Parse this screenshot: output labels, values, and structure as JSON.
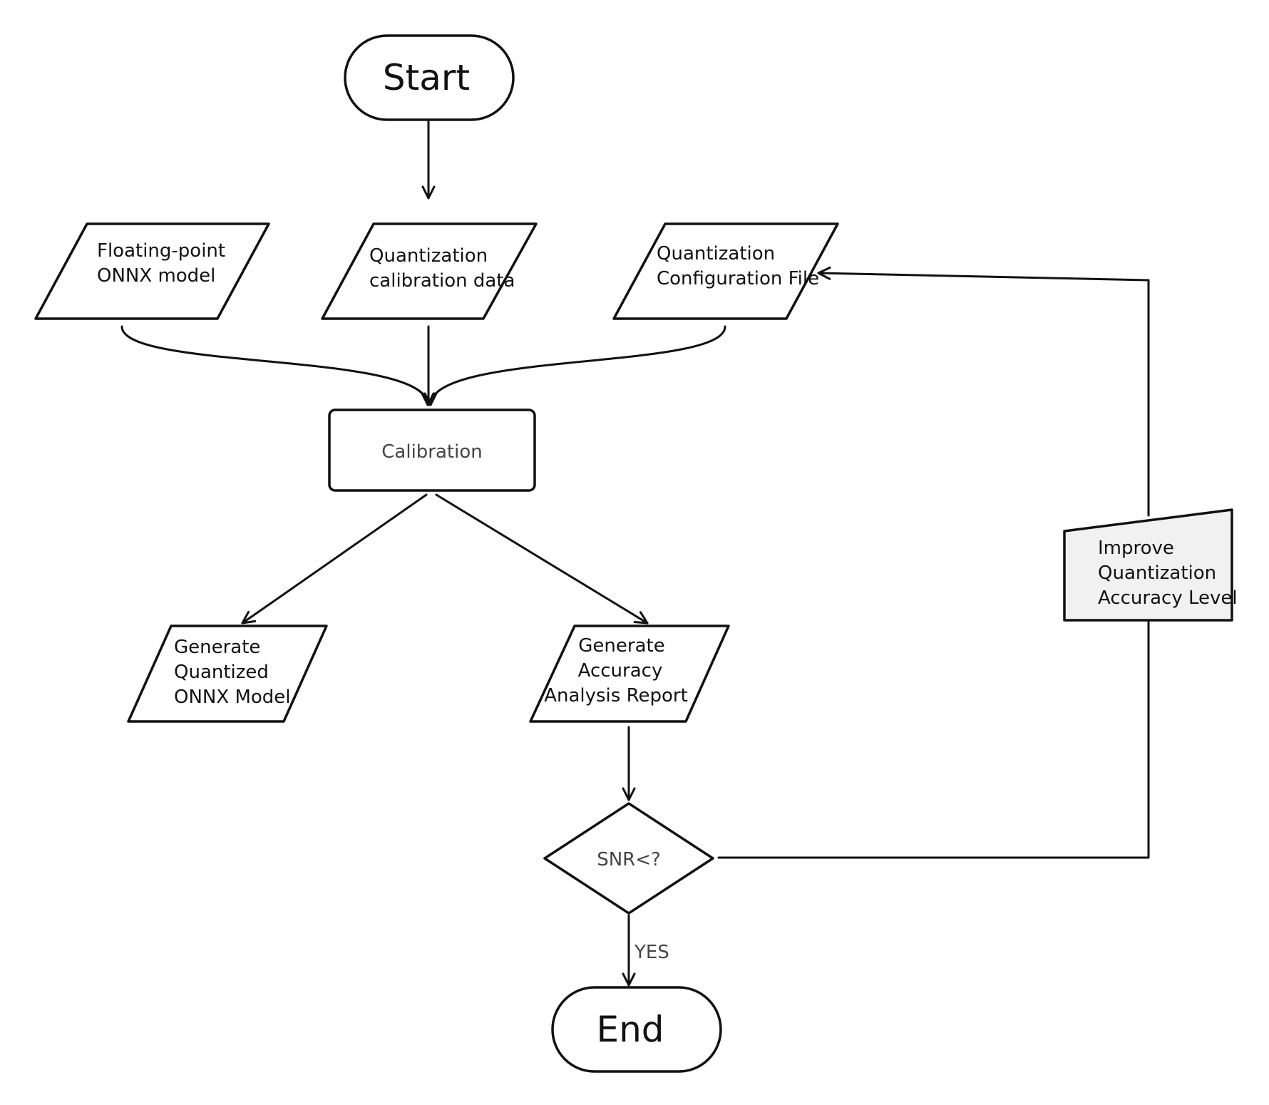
{
  "nodes": {
    "start": "Start",
    "float_model": [
      "Floating-point",
      "ONNX model"
    ],
    "calib_data": [
      "Quantization",
      "calibration data"
    ],
    "config_file": [
      "Quantization",
      "Configuration File"
    ],
    "calibration": "Calibration",
    "quant_model": [
      "Generate",
      "Quantized",
      "ONNX Model"
    ],
    "accuracy_report": [
      "Generate",
      "Accuracy",
      "Analysis Report"
    ],
    "decision": "SNR<?",
    "improve": [
      "Improve",
      "Quantization",
      "Accuracy Level"
    ],
    "end": "End"
  },
  "edges": {
    "yes_label": "YES"
  }
}
